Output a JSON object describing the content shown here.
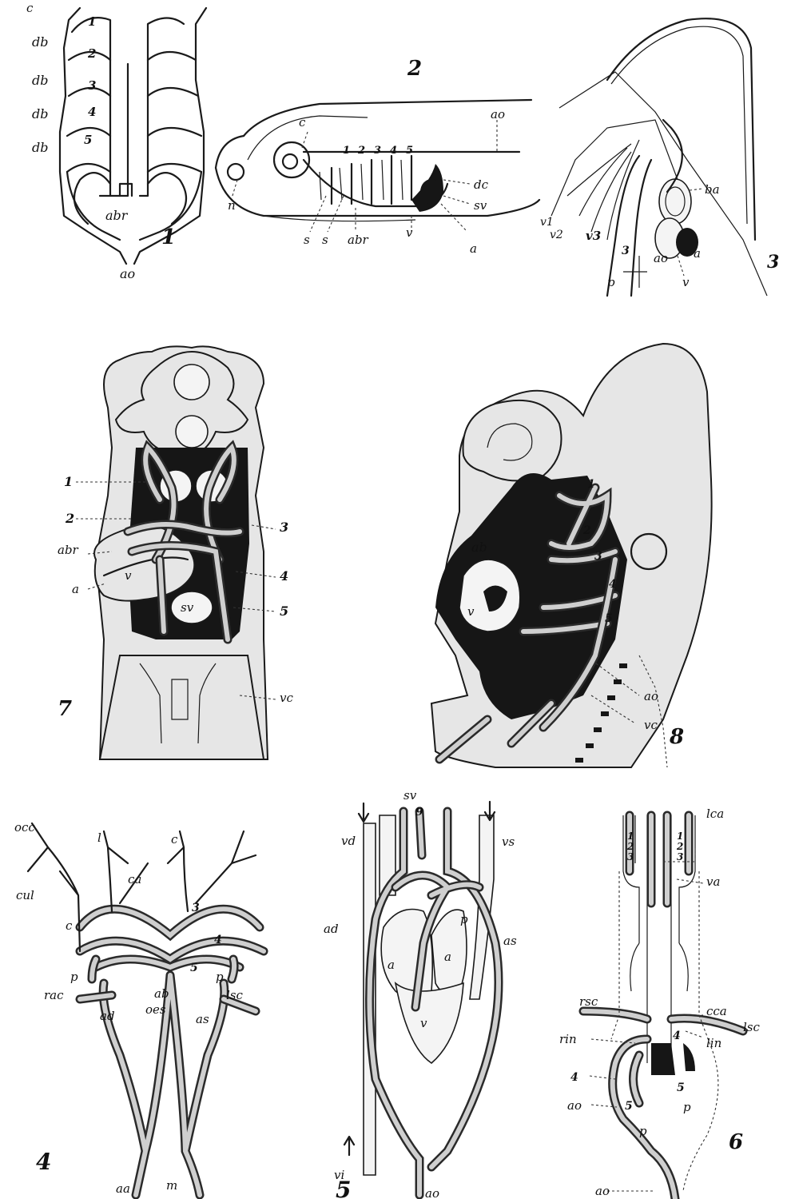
{
  "figures": [
    {
      "id": "1",
      "number": "1",
      "labels": [
        "c",
        "1",
        "db",
        "2",
        "db",
        "3",
        "db",
        "4",
        "db",
        "5",
        "abr",
        "ao"
      ]
    },
    {
      "id": "2",
      "number": "2",
      "labels": [
        "c",
        "ao",
        "1",
        "2",
        "3",
        "4",
        "5",
        "dc",
        "sv",
        "n",
        "s",
        "s",
        "abr",
        "v",
        "a"
      ]
    },
    {
      "id": "3",
      "number": "3",
      "labels": [
        "ba",
        "v1",
        "v2",
        "v3",
        "3",
        "p",
        "ao",
        "v",
        "a"
      ]
    },
    {
      "id": "7",
      "number": "7",
      "labels": [
        "1",
        "2",
        "3",
        "abr",
        "4",
        "a",
        "5",
        "v",
        "sv",
        "vc"
      ]
    },
    {
      "id": "8",
      "number": "8",
      "labels": [
        "1",
        "ab",
        "2",
        "3",
        "4",
        "v",
        "5",
        "ao",
        "vc"
      ]
    },
    {
      "id": "4",
      "number": "4",
      "labels": [
        "occ",
        "l",
        "ca",
        "c",
        "cul",
        "c",
        "3",
        "4",
        "5",
        "p",
        "p",
        "rac",
        "ab",
        "lsc",
        "ad",
        "oes",
        "as",
        "aa",
        "m"
      ]
    },
    {
      "id": "5",
      "number": "5",
      "labels": [
        "sv",
        "9",
        "vd",
        "vs",
        "ad",
        "as",
        "a",
        "a",
        "p",
        "v",
        "vi",
        "ao"
      ]
    },
    {
      "id": "6",
      "number": "6",
      "labels": [
        "lca",
        "1",
        "2",
        "3",
        "1",
        "2",
        "3",
        "va",
        "cca",
        "rsc",
        "lsc",
        "rin",
        "lin",
        "4",
        "4",
        "5",
        "5",
        "ao",
        "p",
        "p",
        "ao"
      ]
    }
  ]
}
